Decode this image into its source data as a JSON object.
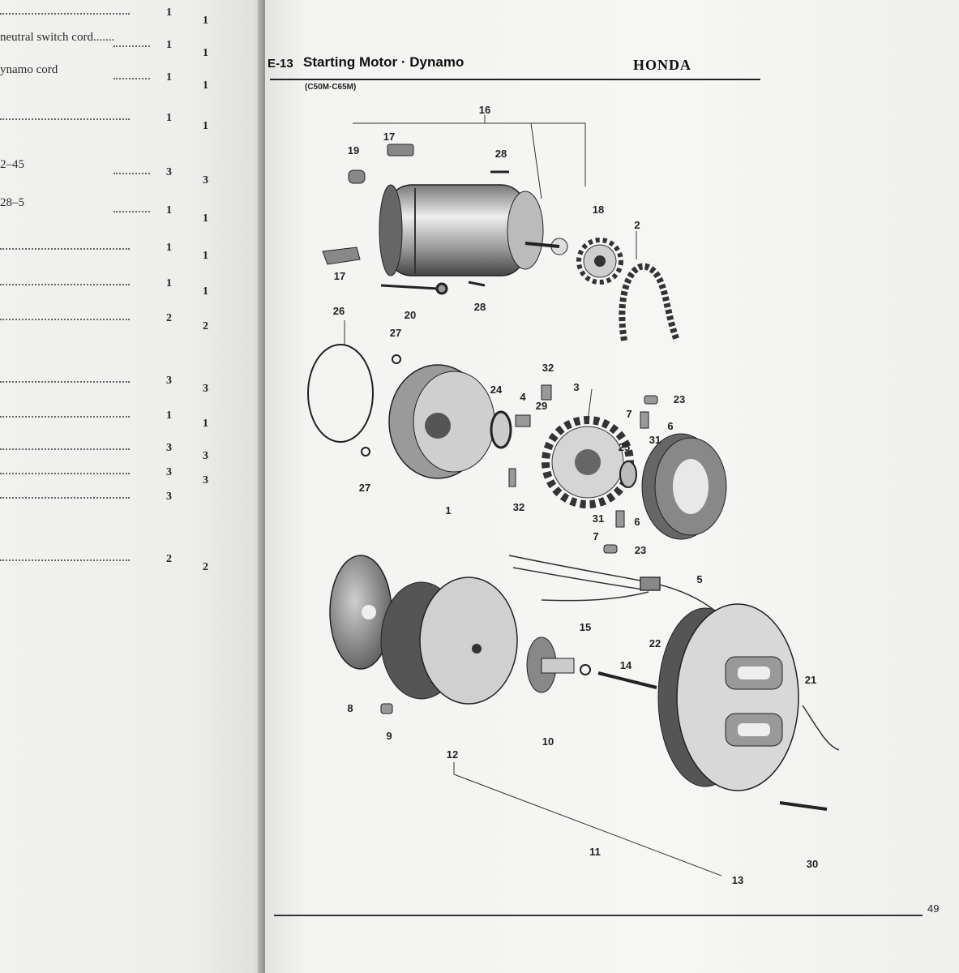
{
  "left_page": {
    "rows": [
      {
        "text": "",
        "qty": [
          "1",
          "1"
        ]
      },
      {
        "text": "neutral switch cord.......",
        "qty": [
          "1",
          "1"
        ]
      },
      {
        "text": "ynamo  cord",
        "qty": [
          "1",
          "1"
        ]
      },
      {
        "text": "",
        "qty": [
          "1",
          "1"
        ]
      },
      {
        "text": "2–45",
        "qty": [
          "3",
          "3"
        ]
      },
      {
        "text": "28–5",
        "qty": [
          "1",
          "1"
        ]
      },
      {
        "text": "",
        "qty": [
          "1",
          "1"
        ]
      },
      {
        "text": "",
        "qty": [
          "1",
          "1"
        ]
      },
      {
        "text": "",
        "qty": [
          "2",
          "2"
        ]
      },
      {
        "text": "",
        "qty": [
          "3",
          "3"
        ]
      },
      {
        "text": "",
        "qty": [
          "1",
          "1"
        ]
      },
      {
        "text": "",
        "qty": [
          "3",
          "3"
        ]
      },
      {
        "text": "",
        "qty": [
          "3",
          "3"
        ]
      },
      {
        "text": "",
        "qty": [
          "3",
          ""
        ]
      },
      {
        "text": "",
        "qty": [
          "2",
          "2"
        ]
      }
    ]
  },
  "right_page": {
    "section_code": "E-13",
    "title": "Starting Motor · Dynamo",
    "subtitle": "(C50M·C65M)",
    "brand": "HONDA",
    "page_number": "49"
  },
  "diagram": {
    "labels": [
      "16",
      "17",
      "19",
      "28",
      "18",
      "2",
      "17",
      "20",
      "28",
      "26",
      "27",
      "32",
      "3",
      "24",
      "4",
      "29",
      "23",
      "7",
      "6",
      "31",
      "25",
      "1",
      "32",
      "31",
      "6",
      "7",
      "23",
      "5",
      "27",
      "8",
      "12",
      "9",
      "15",
      "10",
      "14",
      "22",
      "21",
      "13",
      "30",
      "11"
    ]
  }
}
